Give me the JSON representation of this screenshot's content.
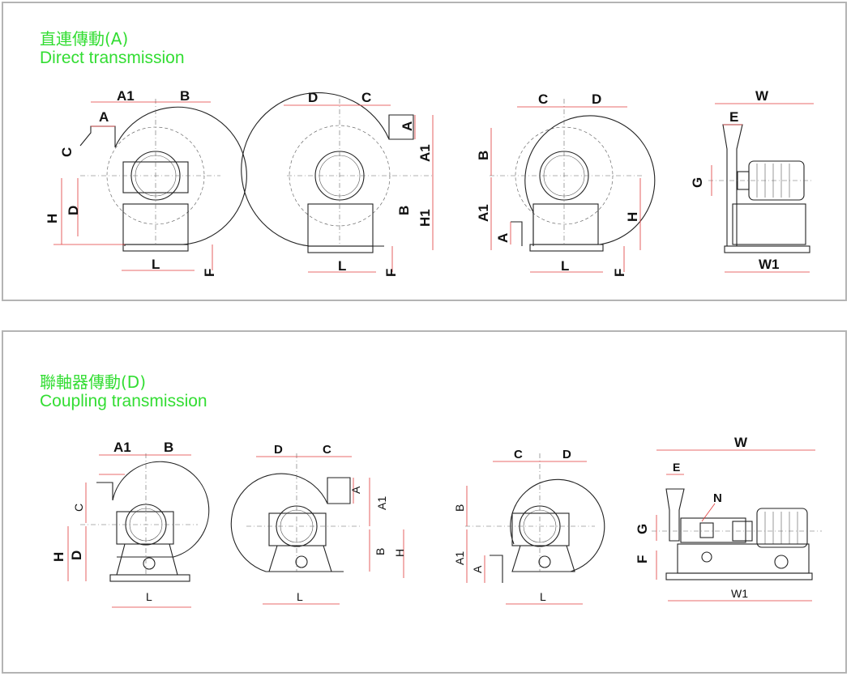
{
  "panel_a": {
    "title_zh": "直連傳動(A)",
    "title_en": "Direct transmission",
    "fig1": {
      "a1": "A1",
      "b": "B",
      "a": "A",
      "c": "C",
      "h": "H",
      "d": "D",
      "l": "L",
      "f": "F"
    },
    "fig2": {
      "d": "D",
      "c": "C",
      "a": "A",
      "a1": "A1",
      "b": "B",
      "h1": "H1",
      "l": "L",
      "f": "F"
    },
    "fig3": {
      "c": "C",
      "d": "D",
      "b": "B",
      "a1": "A1",
      "a": "A",
      "h": "H",
      "l": "L",
      "f": "F"
    },
    "fig4": {
      "w": "W",
      "e": "E",
      "g": "G",
      "w1": "W1"
    }
  },
  "panel_d": {
    "title_zh": "聯軸器傳動(D)",
    "title_en": "Coupling transmission",
    "fig1": {
      "a1": "A1",
      "b": "B",
      "c": "C",
      "h": "H",
      "d": "D",
      "l": "L"
    },
    "fig2": {
      "d": "D",
      "c": "C",
      "a": "A",
      "a1": "A1",
      "b": "B",
      "h": "H",
      "l": "L"
    },
    "fig3": {
      "c": "C",
      "d": "D",
      "b": "B",
      "a1": "A1",
      "a": "A",
      "l": "L"
    },
    "fig4": {
      "w": "W",
      "e": "E",
      "n": "N",
      "g": "G",
      "f": "F",
      "w1": "W1"
    }
  }
}
